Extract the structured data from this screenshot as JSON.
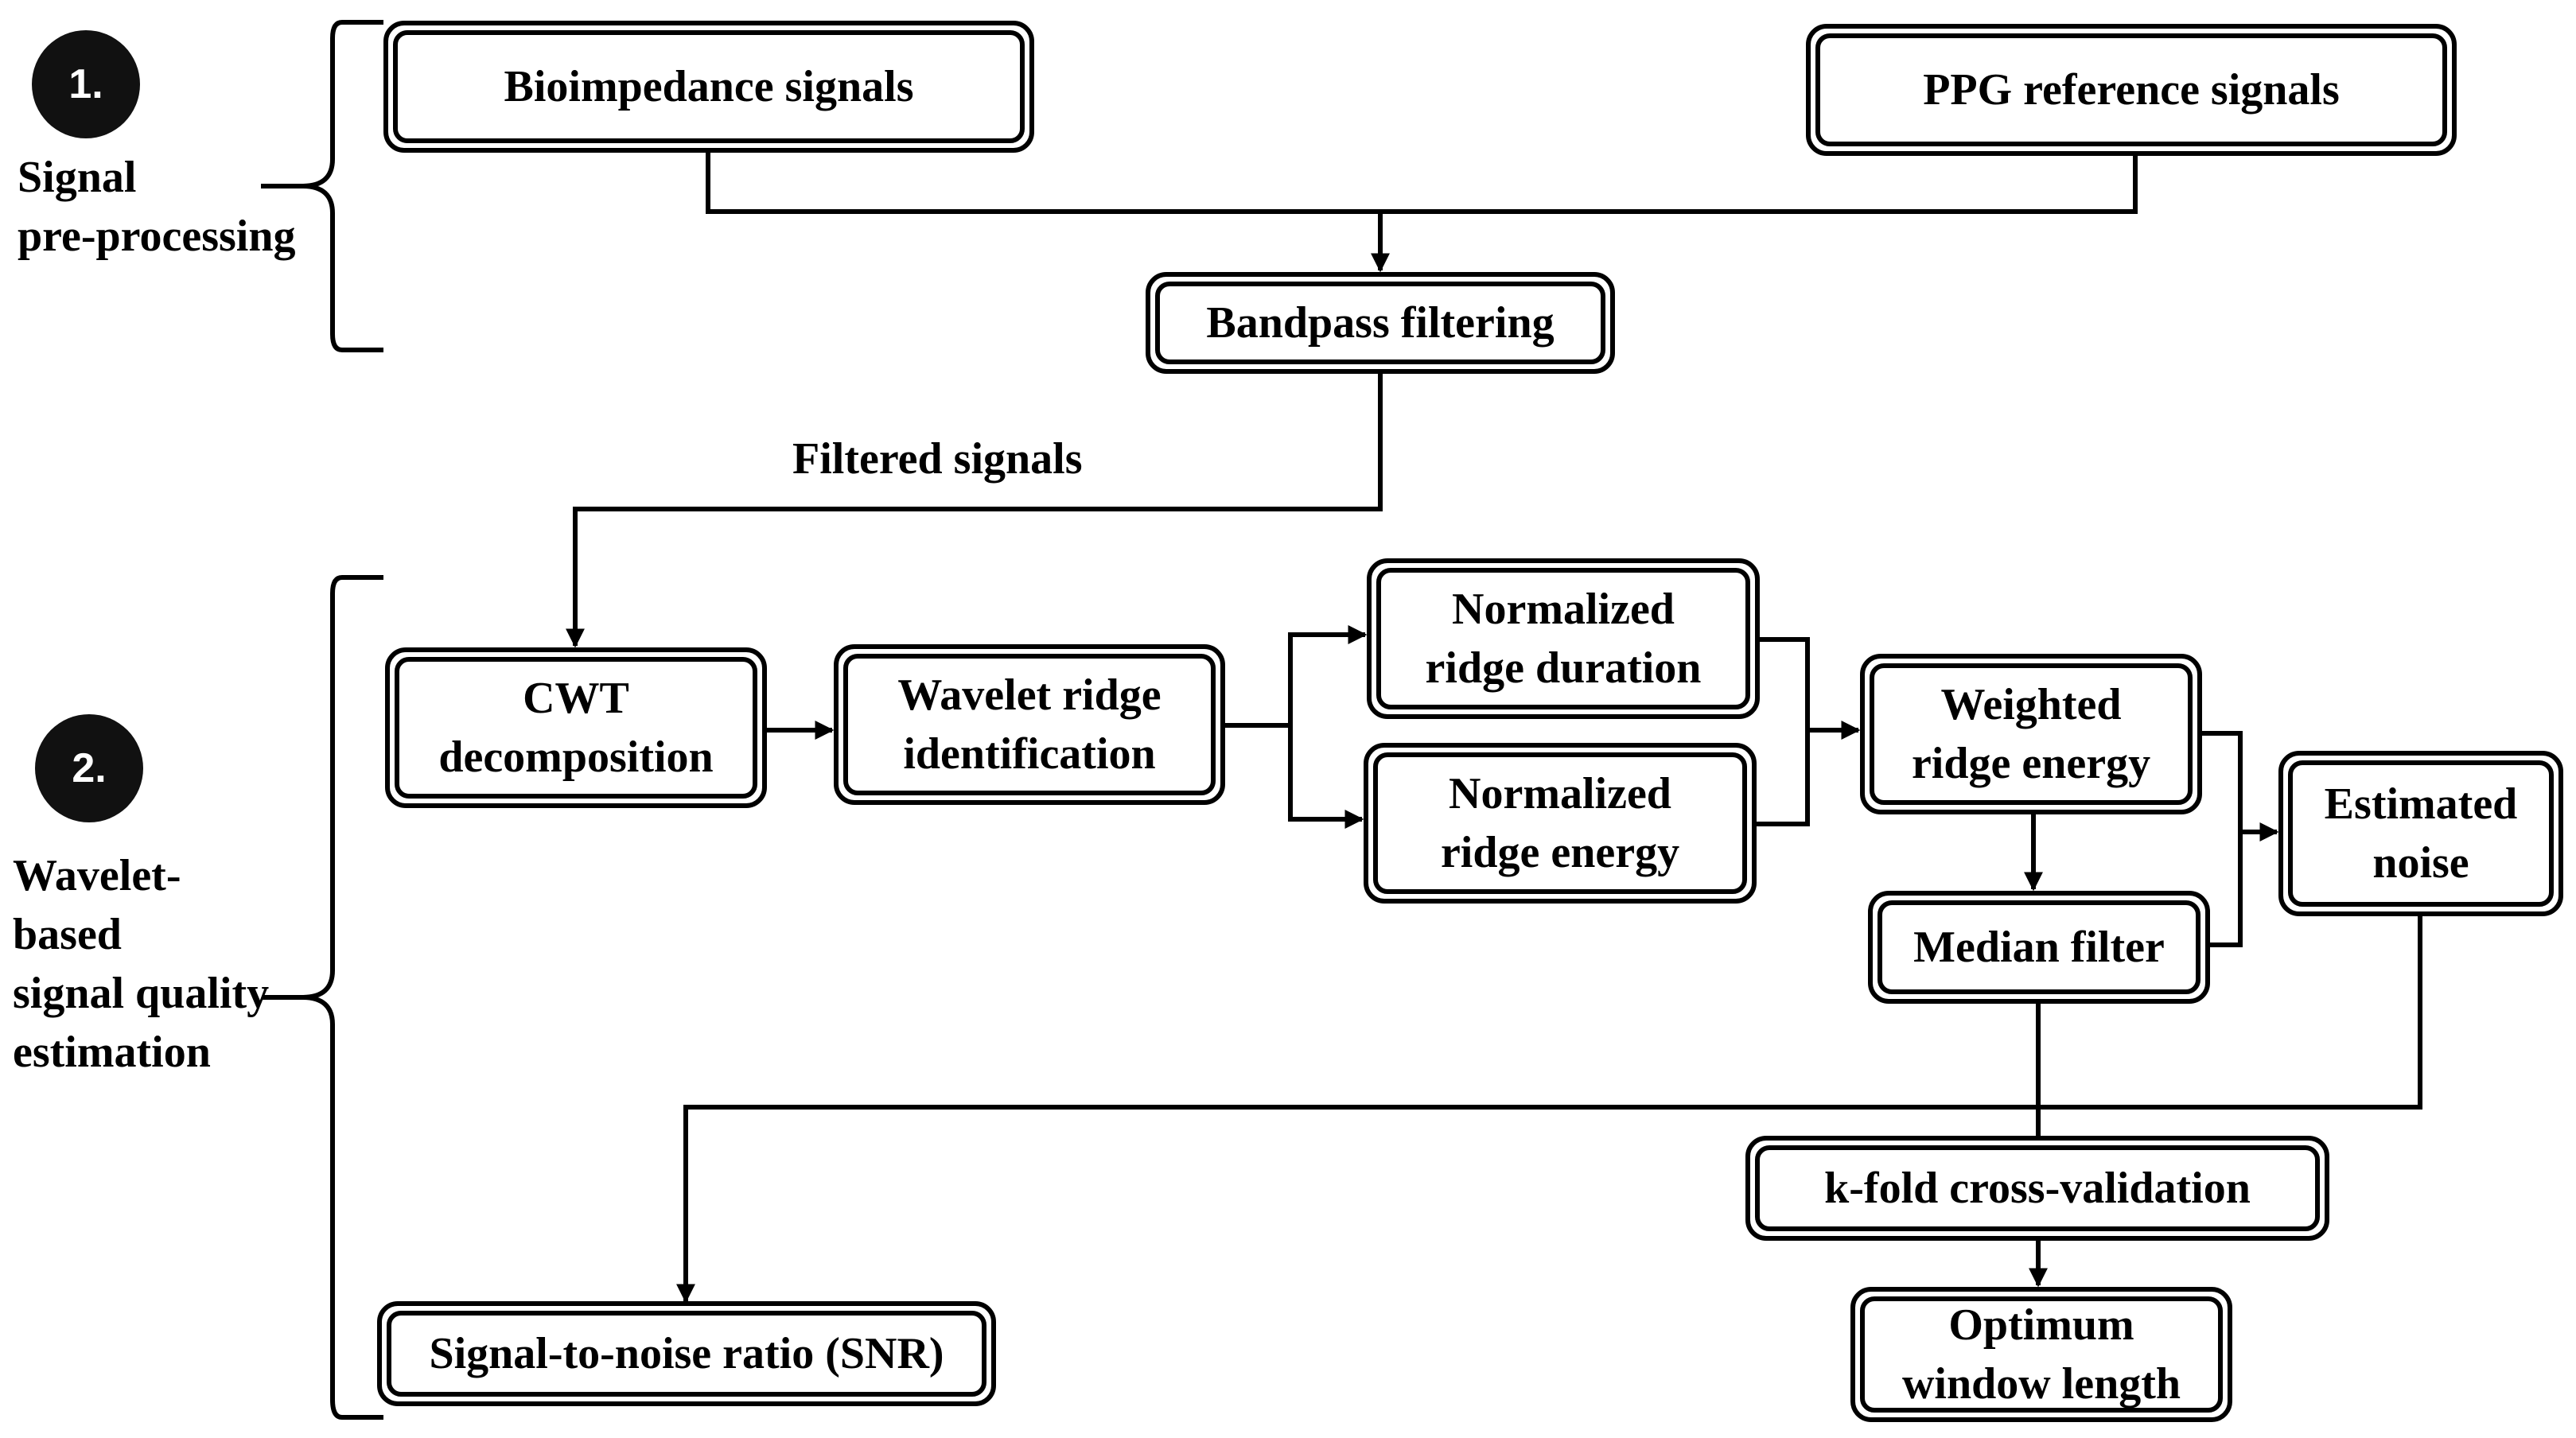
{
  "stage1": {
    "badge": "1.",
    "title": "Signal\npre-processing"
  },
  "stage2": {
    "badge": "2.",
    "title": "Wavelet-\nbased\nsignal quality\nestimation"
  },
  "nodes": {
    "bioimpedance": "Bioimpedance signals",
    "ppg": "PPG reference signals",
    "bandpass": "Bandpass  filtering",
    "cwt": "CWT\ndecomposition",
    "ridge_id": "Wavelet ridge\nidentification",
    "norm_duration": "Normalized\nridge duration",
    "norm_energy": "Normalized\nridge energy",
    "weighted_energy": "Weighted\nridge energy",
    "median_filter": "Median filter",
    "estimated_noise": "Estimated\nnoise",
    "kfold": "k-fold cross-validation",
    "optimum_window": "Optimum\nwindow length",
    "snr": "Signal-to-noise ratio (SNR)"
  },
  "edge_labels": {
    "filtered": "Filtered signals"
  }
}
